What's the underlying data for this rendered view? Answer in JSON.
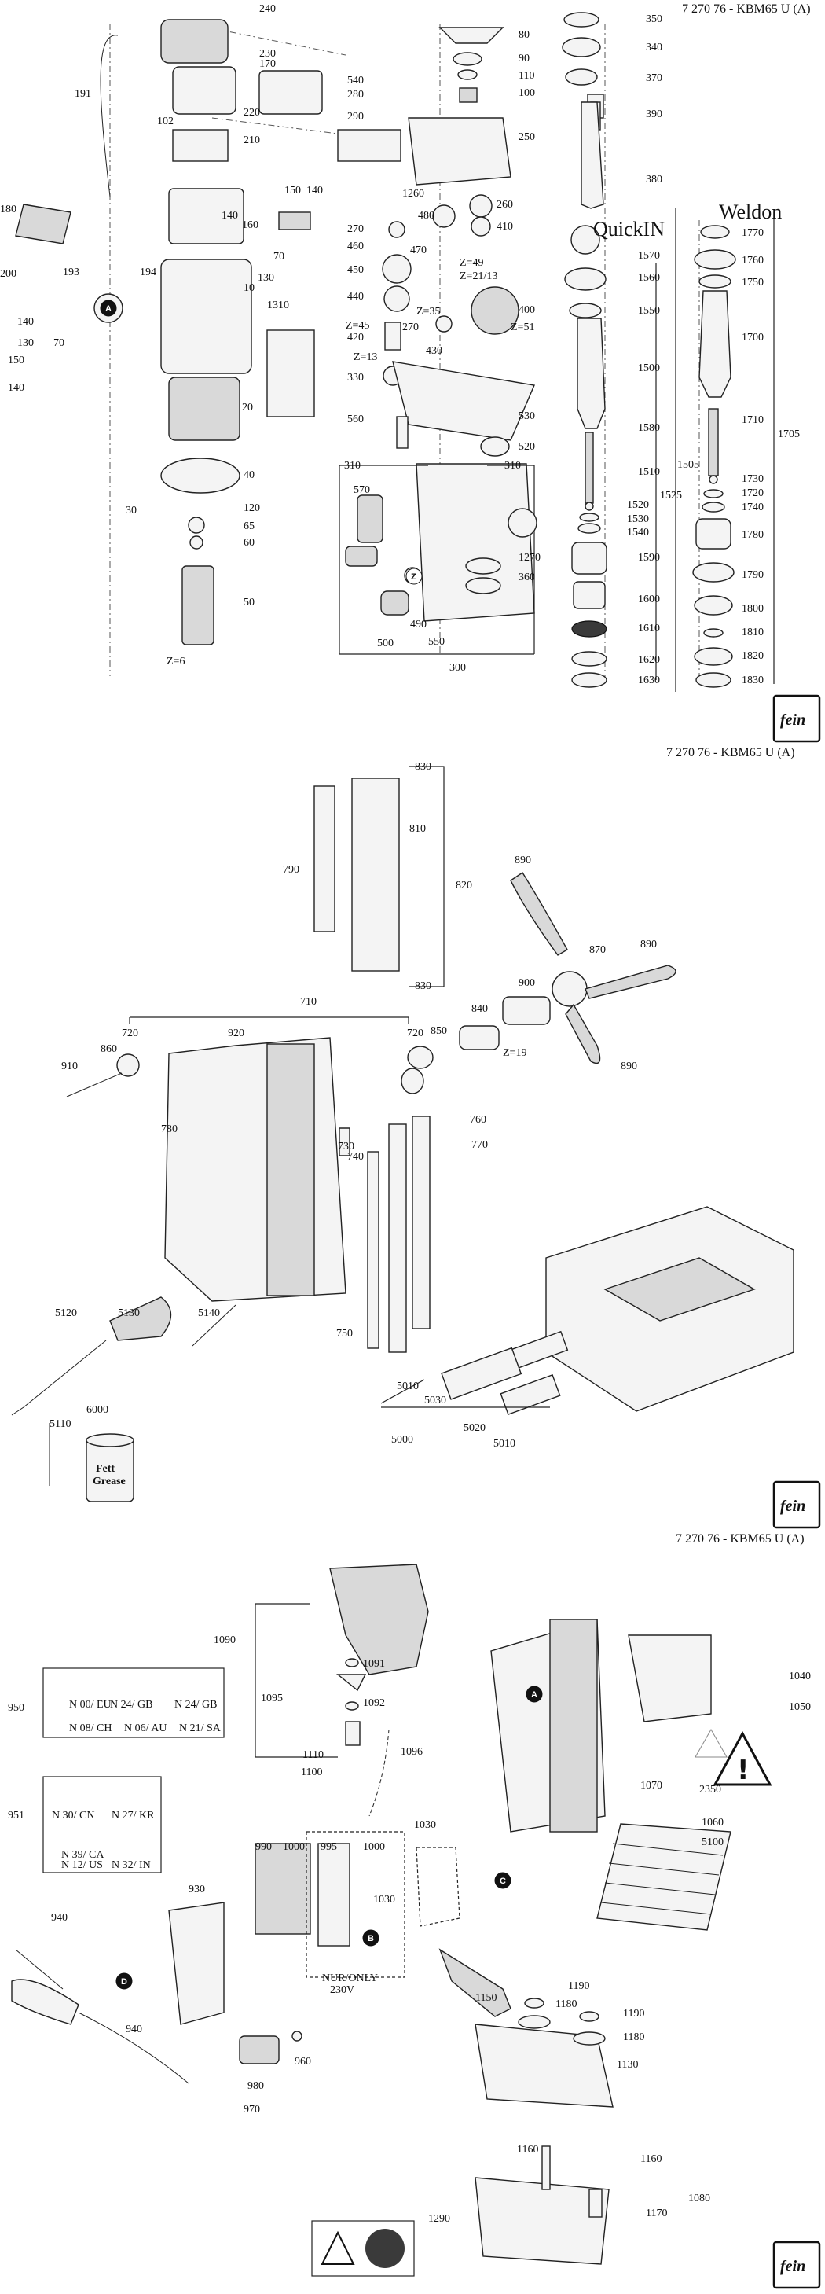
{
  "header": {
    "doc_number_1": "7 270 76 - KBM65 U (A)",
    "doc_number_2": "7 270 76 - KBM65 U (A)",
    "doc_number_3": "7 270 76 - KBM65 U (A)"
  },
  "section_titles": {
    "quickin": "QuickIN",
    "weldon": "Weldon"
  },
  "logo": {
    "text": "fein"
  },
  "variant_notes": {
    "nur_only": "NUR/ONLY",
    "voltage": "230V",
    "fett": "Fett",
    "grease": "Grease"
  },
  "gear_notes": [
    "Z=49",
    "Z=21/13",
    "Z=51",
    "Z=35",
    "Z=45",
    "Z=13",
    "Z=6",
    "Z=19"
  ],
  "markers": [
    "A",
    "B",
    "C",
    "D",
    "Z"
  ],
  "plug_variants_950": [
    "N 00/ EU",
    "N 24/ GB",
    "N 24/ GB",
    "N 08/ CH",
    "N 06/ AU",
    "N 21/ SA"
  ],
  "plug_variants_951": [
    "N 30/ CN",
    "N 27/ KR",
    "N 39/ CA",
    "N 12/ US",
    "N 32/ IN"
  ],
  "sheet1_labels": [
    "240",
    "230",
    "170",
    "220",
    "191",
    "102",
    "210",
    "180",
    "160",
    "140",
    "150",
    "140",
    "70",
    "130",
    "200",
    "193",
    "194",
    "10",
    "1310",
    "140",
    "130",
    "70",
    "150",
    "140",
    "20",
    "40",
    "30",
    "120",
    "65",
    "60",
    "50",
    "80",
    "90",
    "110",
    "100",
    "540",
    "280",
    "290",
    "250",
    "1260",
    "270",
    "480",
    "460",
    "470",
    "450",
    "440",
    "260",
    "410",
    "400",
    "420",
    "430",
    "270",
    "330",
    "560",
    "530",
    "520",
    "310",
    "310",
    "570",
    "1270",
    "360",
    "490",
    "550",
    "500",
    "300",
    "350",
    "340",
    "370",
    "390",
    "380",
    "1570",
    "1560",
    "1550",
    "1500",
    "1580",
    "1510",
    "1520",
    "1530",
    "1540",
    "1525",
    "1590",
    "1600",
    "1610",
    "1620",
    "1630",
    "1505",
    "1770",
    "1760",
    "1750",
    "1700",
    "1710",
    "1705",
    "1730",
    "1720",
    "1740",
    "1780",
    "1790",
    "1800",
    "1810",
    "1820",
    "1830"
  ],
  "sheet2_labels": [
    "830",
    "810",
    "790",
    "820",
    "830",
    "890",
    "870",
    "890",
    "900",
    "840",
    "850",
    "710",
    "720",
    "920",
    "720",
    "860",
    "910",
    "890",
    "780",
    "730",
    "740",
    "760",
    "770",
    "750",
    "5120",
    "5130",
    "5140",
    "5010",
    "5030",
    "5020",
    "5000",
    "5010",
    "5110",
    "6000"
  ],
  "sheet3_labels": [
    "1090",
    "1091",
    "1095",
    "1092",
    "1096",
    "1110",
    "1100",
    "950",
    "951",
    "1040",
    "1050",
    "2350",
    "1070",
    "1060",
    "5100",
    "990",
    "1000",
    "995",
    "1000",
    "1030",
    "1030",
    "930",
    "940",
    "940",
    "960",
    "980",
    "970",
    "1150",
    "1190",
    "1180",
    "1190",
    "1180",
    "1130",
    "1160",
    "1160",
    "1080",
    "1170",
    "1290"
  ]
}
